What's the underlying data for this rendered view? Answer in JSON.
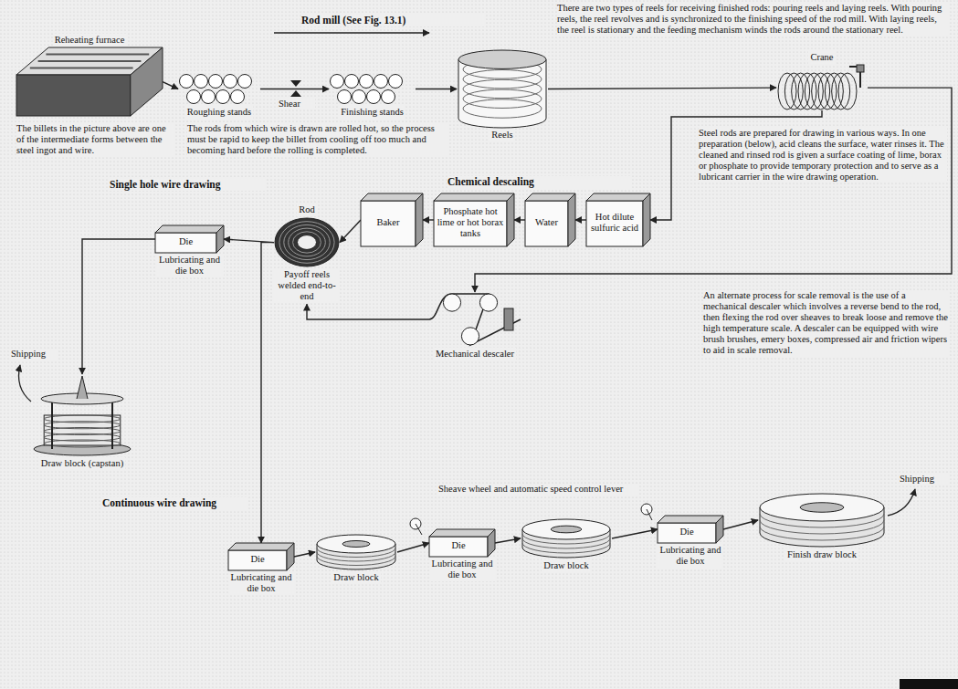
{
  "diagram": {
    "nodes": [
      {
        "text": [
          "Reheating furnace"
        ]
      },
      {
        "text": [
          "Roughing stands"
        ]
      },
      {
        "text": [
          "Finishing stands"
        ]
      },
      {
        "text": [
          "Reels"
        ]
      },
      {
        "text": [
          "Crane"
        ]
      },
      {
        "text": [
          "Baker"
        ]
      },
      {
        "text": [
          "Phosphate hot lime or hot borax tanks"
        ]
      },
      {
        "text": [
          "Water"
        ]
      },
      {
        "text": [
          "Hot dilute sulfuric acid"
        ]
      },
      {
        "text": [
          "Rod",
          "Payoff reels welded end-to-end"
        ]
      },
      {
        "text": [
          "Die",
          "Lubricating and die box"
        ]
      },
      {
        "text": [
          "Draw block (capstan)"
        ]
      },
      {
        "text": [
          "Mechanical descaler"
        ]
      },
      {
        "text": [
          "Die",
          "Lubricating and die box"
        ]
      },
      {
        "text": [
          "Draw block"
        ]
      },
      {
        "text": [
          "Die",
          "Lubricating and die box"
        ]
      },
      {
        "text": [
          "Draw block"
        ]
      },
      {
        "text": [
          "Die",
          "Lubricating and die box"
        ]
      },
      {
        "text": [
          "Finish draw block"
        ]
      }
    ],
    "edges": [
      {
        "from": 0,
        "to": 1,
        "arrow": "to"
      },
      {
        "from": 1,
        "to": 2,
        "arrow": "to"
      },
      {
        "from": 2,
        "to": 3,
        "arrow": "to"
      },
      {
        "from": 3,
        "to": 4,
        "arrow": "to"
      },
      {
        "from": 4,
        "to": 8,
        "arrow": "to"
      },
      {
        "from": 8,
        "to": 7,
        "arrow": "to"
      },
      {
        "from": 7,
        "to": 6,
        "arrow": "to"
      },
      {
        "from": 6,
        "to": 5,
        "arrow": "to"
      },
      {
        "from": 5,
        "to": 9,
        "arrow": "to"
      },
      {
        "from": 4,
        "to": 12,
        "arrow": "to"
      },
      {
        "from": 12,
        "to": 9,
        "arrow": "to"
      },
      {
        "from": 9,
        "to": 10,
        "arrow": "to"
      },
      {
        "from": 10,
        "to": 11,
        "arrow": "to"
      },
      {
        "from": 9,
        "to": 13,
        "arrow": "to"
      },
      {
        "from": 13,
        "to": 14,
        "arrow": "to"
      },
      {
        "from": 14,
        "to": 15,
        "arrow": "to"
      },
      {
        "from": 15,
        "to": 16,
        "arrow": "to"
      },
      {
        "from": 16,
        "to": 17,
        "arrow": "to"
      },
      {
        "from": 17,
        "to": 18,
        "arrow": "to"
      }
    ],
    "labels": [
      "There are two types of reels for receiving finished rods: pouring reels and laying reels. With pouring reels, the reel revolves and is synchronized to the finishing speed of the rod mill. With laying reels, the reel is stationary and the feeding mechanism winds the rods around the stationary reel.",
      "Rod mill (See Fig. 13.1)",
      "The billets in the picture above are one of the intermediate forms between the steel ingot and wire.",
      "Shear",
      "The rods from which wire is drawn are rolled hot, so the process must be rapid to keep the billet from cooling off too much and becoming hard before the rolling is completed.",
      "Steel rods are prepared for drawing in various ways. In one preparation (below), acid cleans the surface, water rinses it. The cleaned and rinsed rod is given a surface coating of lime, borax or phosphate to provide temporary protection and to serve as a lubricant carrier in the wire drawing operation.",
      "Chemical descaling",
      "Single hole wire drawing",
      "Shipping",
      "An alternate process for scale removal is the use of a mechanical descaler which involves a reverse bend to the rod, then flexing the rod over sheaves to break loose and remove the high temperature scale. A descaler can be equipped with wire brush brushes, emery boxes, compressed air and friction wipers to aid in scale removal.",
      "Continuous wire drawing",
      "Sheave wheel and automatic speed control lever",
      "Shipping"
    ]
  }
}
